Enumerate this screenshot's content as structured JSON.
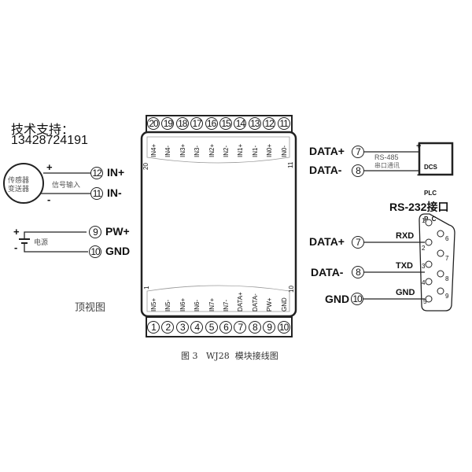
{
  "support": {
    "label": "技术支持：",
    "phone": "13428724191"
  },
  "sensor": {
    "label_line1": "传感器",
    "label_line2": "变送器",
    "signal_label": "信号输入",
    "plus": "+",
    "minus": "-"
  },
  "inputs": [
    {
      "num": "12",
      "label": "IN+"
    },
    {
      "num": "11",
      "label": "IN-"
    }
  ],
  "power": {
    "label": "电源",
    "plus": "+",
    "minus": "-",
    "pins": [
      {
        "num": "9",
        "label": "PW+"
      },
      {
        "num": "10",
        "label": "GND"
      }
    ]
  },
  "top_view_label": "顶视图",
  "module": {
    "top_terminals": [
      "20",
      "19",
      "18",
      "17",
      "16",
      "15",
      "14",
      "13",
      "12",
      "11"
    ],
    "top_labels": [
      "IN4+",
      "IN4-",
      "IN3+",
      "IN3-",
      "IN2+",
      "IN2-",
      "IN1+",
      "IN1-",
      "IN0+",
      "IN0-"
    ],
    "top_corner_left": "20",
    "top_corner_right": "11",
    "bottom_terminals": [
      "1",
      "2",
      "3",
      "4",
      "5",
      "6",
      "7",
      "8",
      "9",
      "10"
    ],
    "bottom_labels": [
      "IN5+",
      "IN5-",
      "IN6+",
      "IN6-",
      "IN7+",
      "IN7-",
      "DATA+",
      "DATA-",
      "PW+",
      "GND"
    ],
    "bottom_corner_left": "1",
    "bottom_corner_right": "10"
  },
  "caption": "图 3   WJ28  模块接线图",
  "rs485": {
    "pins": [
      {
        "label": "DATA+",
        "num": "7"
      },
      {
        "label": "DATA-",
        "num": "8"
      }
    ],
    "bus_label": "RS-485",
    "bus_sub": "串口通讯",
    "plus": "+",
    "minus": "-",
    "device": [
      "DCS",
      "PLC",
      "P  C"
    ]
  },
  "rs232": {
    "title": "RS-232接口",
    "pins": [
      {
        "label": "DATA+",
        "num": "7",
        "signal": "RXD"
      },
      {
        "label": "DATA-",
        "num": "8",
        "signal": "TXD"
      },
      {
        "label": "GND",
        "num": "10",
        "signal": "GND"
      }
    ],
    "db9_pins": [
      "1",
      "2",
      "3",
      "4",
      "5",
      "6",
      "7",
      "8",
      "9"
    ]
  }
}
